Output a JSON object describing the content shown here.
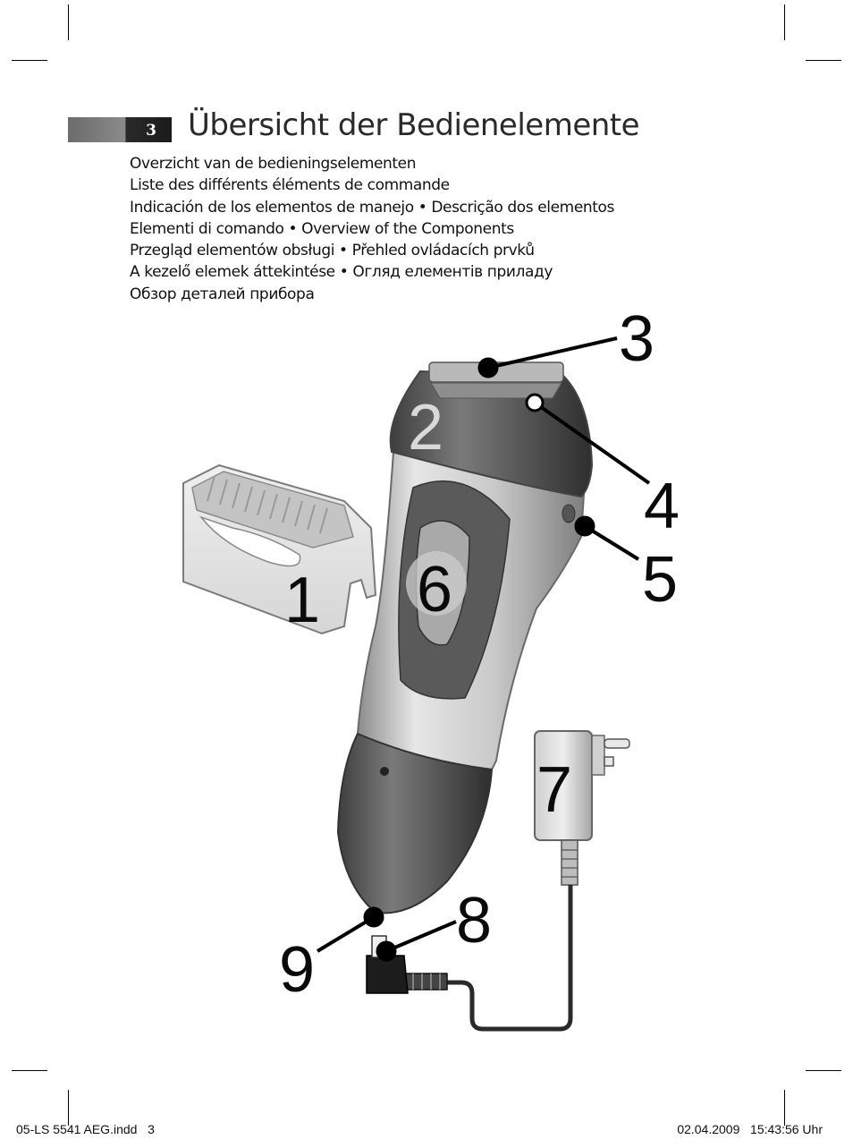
{
  "header": {
    "page_number": "3",
    "title": "Übersicht der Bedienelemente"
  },
  "subtitles": [
    "Overzicht van de bedieningselementen",
    "Liste des différents éléments de commande",
    "Indicación de los elementos de manejo • Descrição dos elementos",
    "Elementi di comando • Overview of the Components",
    "Przegląd elementów obsługi • Přehled ovládacích prvků",
    "A kezelő elemek áttekintése • Огляд елементів приладу",
    "Обзор деталей прибора"
  ],
  "callouts": [
    "1",
    "2",
    "3",
    "4",
    "5",
    "6",
    "7",
    "8",
    "9"
  ],
  "footer": {
    "file": "05-LS 5541 AEG.indd   3",
    "timestamp": "02.04.2009   15:43:56 Uhr"
  }
}
